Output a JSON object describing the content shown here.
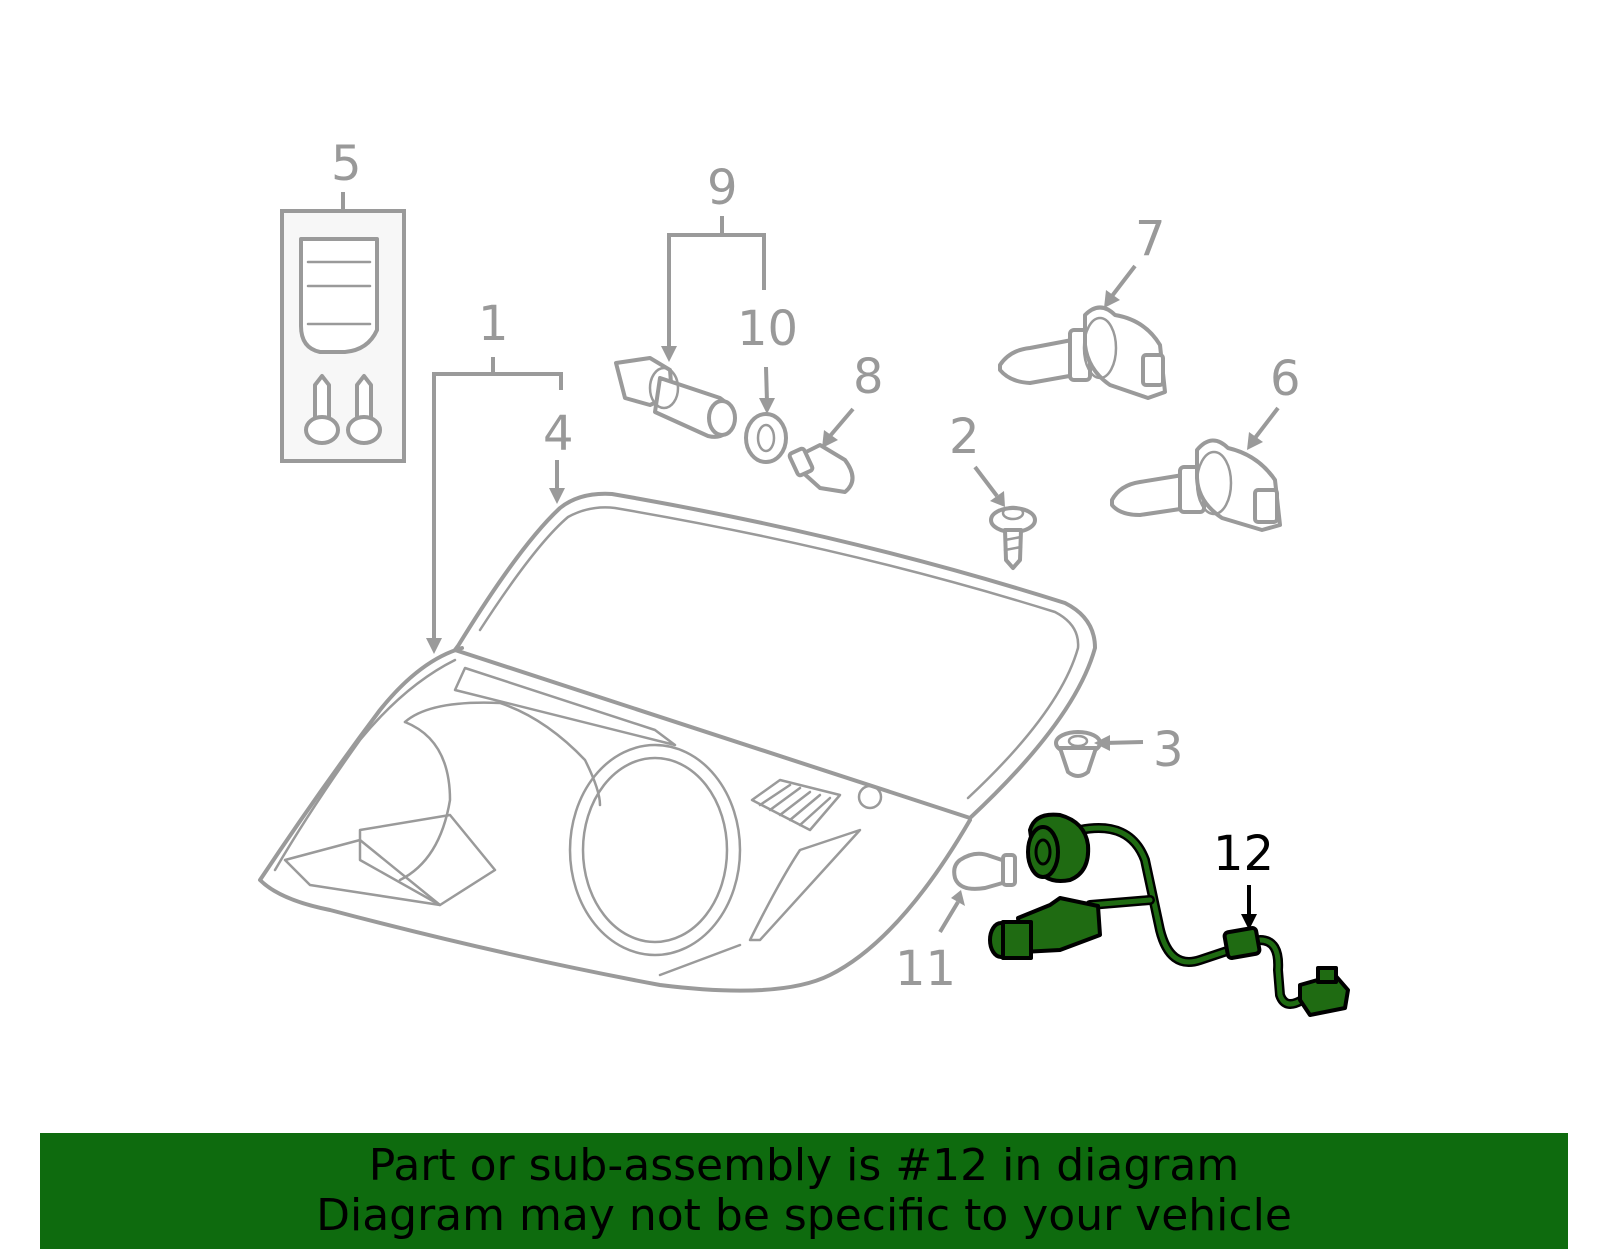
{
  "callouts": {
    "c1": "1",
    "c2": "2",
    "c3": "3",
    "c4": "4",
    "c5": "5",
    "c6": "6",
    "c7": "7",
    "c8": "8",
    "c9": "9",
    "c10": "10",
    "c11": "11",
    "c12": "12"
  },
  "highlighted_part": "12",
  "colors": {
    "highlight": "#1f6b12",
    "banner": "#0e6b0e",
    "line_art": "#9a9a9a"
  },
  "banner": {
    "line1": "Part or sub-assembly is #12 in diagram",
    "line2": "Diagram may not be specific to your vehicle"
  }
}
